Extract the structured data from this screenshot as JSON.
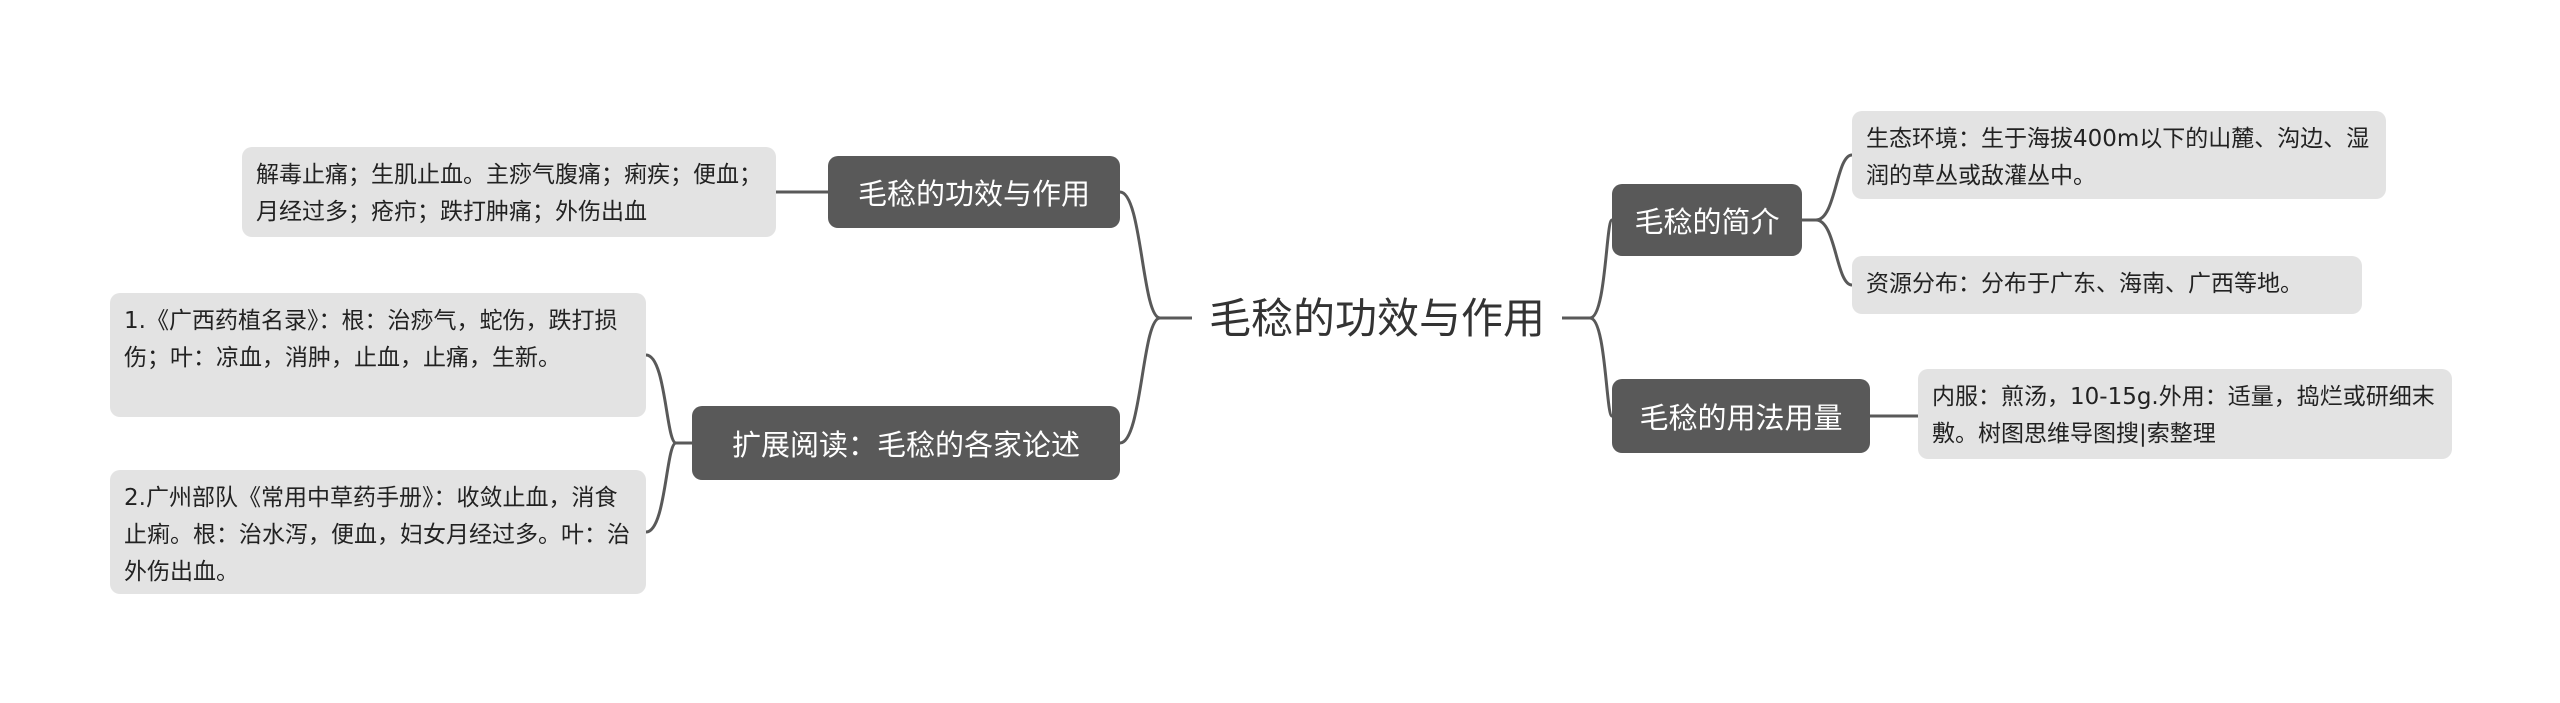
{
  "root": {
    "label": "毛稔的功效与作用"
  },
  "branches": {
    "effects": {
      "label": "毛稔的功效与作用",
      "leaves": [
        "解毒止痛；生肌止血。主痧气腹痛；痢疾；便血；月经过多；疮疖；跌打肿痛；外伤出血"
      ]
    },
    "reading": {
      "label": "扩展阅读：毛稔的各家论述",
      "leaves": [
        "1.《广西药植名录》：根：治痧气，蛇伤，跌打损伤；叶：凉血，消肿，止血，止痛，生新。",
        "2.广州部队《常用中草药手册》：收敛止血，消食止痢。根：治水泻，便血，妇女月经过多。叶：治外伤出血。"
      ]
    },
    "intro": {
      "label": "毛稔的简介",
      "leaves": [
        "生态环境：生于海拔400m以下的山麓、沟边、湿润的草丛或敌灌丛中。",
        "资源分布：分布于广东、海南、广西等地。"
      ]
    },
    "usage": {
      "label": "毛稔的用法用量",
      "leaves": [
        "内服：煎汤，10-15g.外用：适量，捣烂或研细末敷。树图思维导图搜|索整理"
      ]
    }
  },
  "colors": {
    "branch_bg": "#595959",
    "leaf_bg": "#e3e3e3",
    "line": "#595959",
    "root_text": "#333333"
  }
}
